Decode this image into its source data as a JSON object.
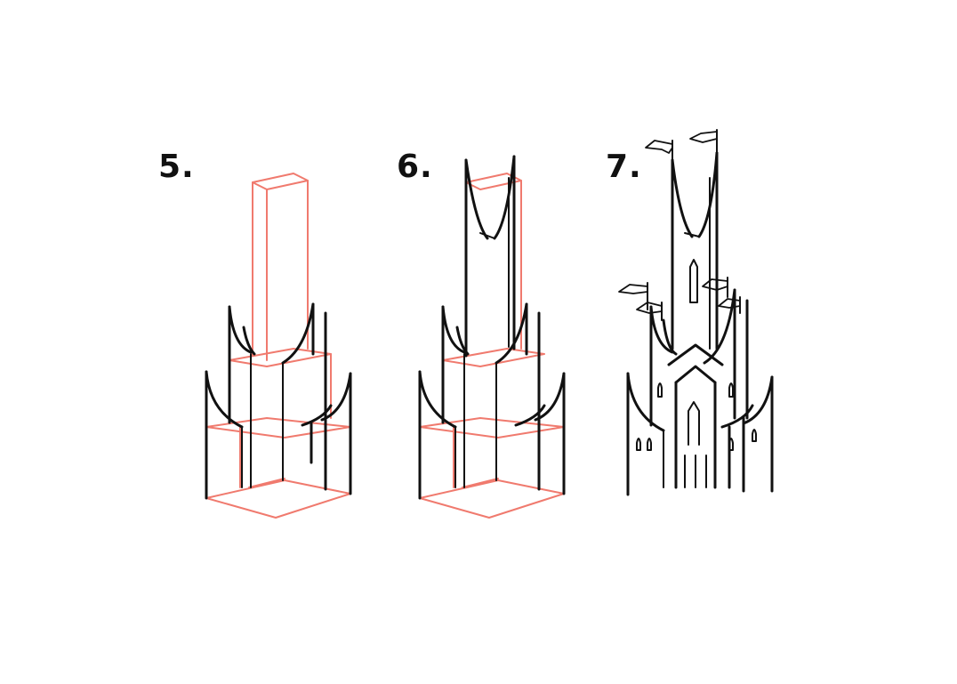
{
  "steps": [
    {
      "label": "5."
    },
    {
      "label": "6."
    },
    {
      "label": "7."
    }
  ],
  "colors": {
    "guide": "#f07a6e",
    "ink": "#111111",
    "background": "#ffffff"
  }
}
